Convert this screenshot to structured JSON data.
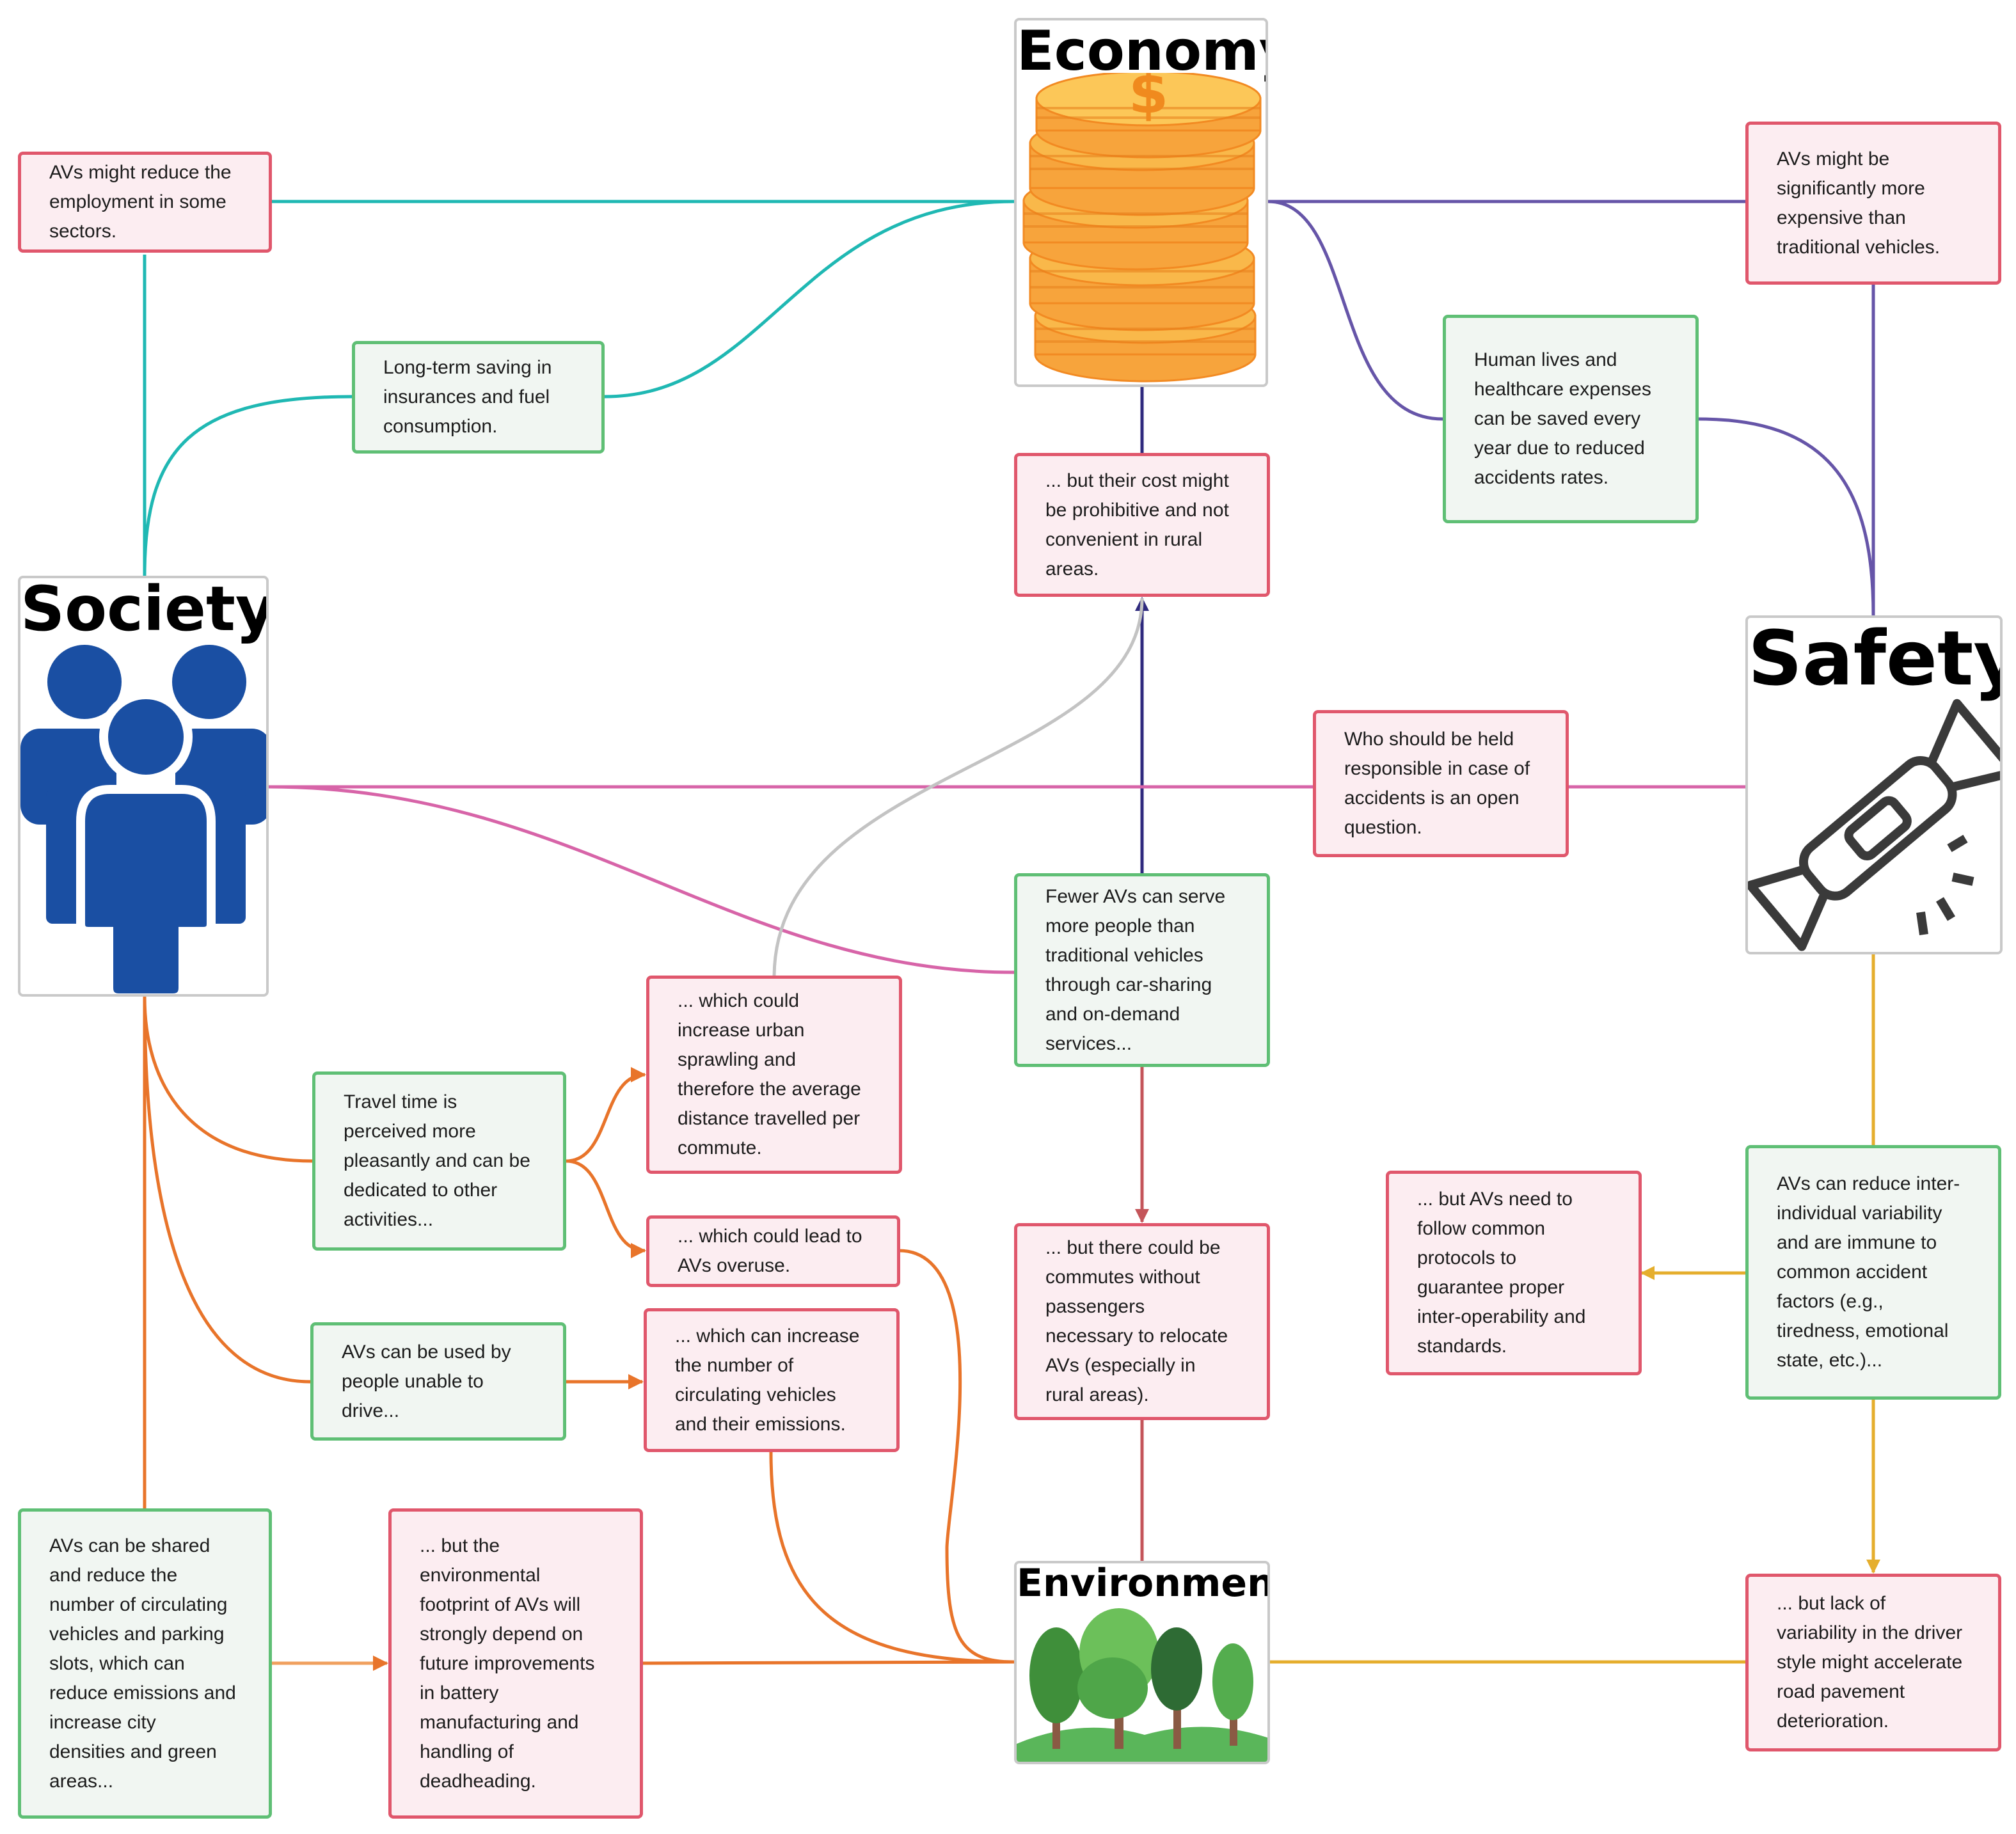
{
  "hubs": {
    "economy": "Economy",
    "society": "Society",
    "safety": "Safety",
    "environment": "Environment"
  },
  "icons": {
    "economy": "stacked-coins-icon",
    "society": "people-group-icon",
    "safety": "seatbelt-buckle-icon",
    "environment": "trees-icon"
  },
  "boxes": {
    "employment": "AVs might reduce the\nemployment in some\nsectors.",
    "saving": "Long-term saving in\ninsurances and fuel\nconsumption.",
    "expensive": "AVs might be\nsignificantly more\nexpensive than\ntraditional vehicles.",
    "lives": "Human lives and\nhealthcare expenses\ncan be saved every\nyear due to reduced\naccidents rates.",
    "cost_rural": "... but their cost might\nbe prohibitive and not\nconvenient in rural\nareas.",
    "responsible": "Who should be held\nresponsible in case of\naccidents is an open\nquestion.",
    "fewer_avs": "Fewer AVs can serve\nmore people than\ntraditional vehicles\nthrough car-sharing\nand on-demand\nservices...",
    "sprawling": "... which could\nincrease urban\nsprawling and\ntherefore the average\ndistance travelled per\ncommute.",
    "travel_time": "Travel time is\nperceived more\npleasantly and can be\ndedicated to other\nactivities...",
    "overuse": "... which could lead to\nAVs overuse.",
    "no_passengers": "... but there could be\ncommutes without\npassengers\nnecessary to relocate\nAVs (especially in\nrural areas).",
    "protocols": "... but AVs need to\nfollow common\nprotocols to\nguarantee proper\ninter-operability and\nstandards.",
    "variability": "AVs can reduce inter-\nindividual variability\nand are immune to\ncommon accident\nfactors (e.g.,\ntiredness, emotional\nstate, etc.)...",
    "unable": "AVs can be used by\npeople unable to\ndrive...",
    "emissions": "... which can increase\nthe number of\ncirculating vehicles\nand their emissions.",
    "shared": "AVs can be shared\nand reduce the\nnumber of circulating\nvehicles and parking\nslots, which can\nreduce emissions and\nincrease city\ndensities and green\nareas...",
    "footprint": "... but the\nenvironmental\nfootprint of AVs will\nstrongly depend on\nfuture improvements\nin battery\nmanufacturing and\nhandling of\ndeadheading.",
    "pavement": "... but lack of\nvariability in the driver\nstyle might accelerate\nroad pavement\ndeterioration."
  },
  "colors": {
    "green_border": "#5fbf75",
    "red_border": "#e0576c",
    "teal": "#1fb8b3",
    "purple": "#6655a8",
    "navy": "#2f2a7e",
    "pink": "#d764a8",
    "orange": "#e8742a",
    "gold": "#e5ae2d",
    "brick": "#c4555a",
    "grey": "#c3c3c3",
    "society_blue": "#1a4fa3",
    "coin_orange": "#f4a43b"
  }
}
